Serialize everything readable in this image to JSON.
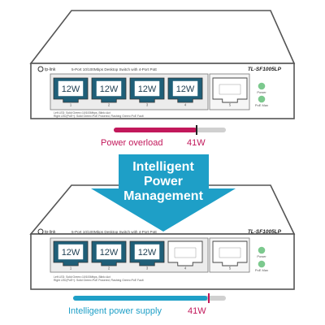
{
  "switch_top": {
    "brand": "tp-link",
    "model": "TL-SF1005LP",
    "description": "5-Port 10/100Mbps Desktop Switch with 4-Port PoE",
    "legend_line1": "Left LED: Solid Green=10/100Mbps, Blink=Act",
    "legend_line2": "Right LED(PoE+): Solid Green=PoE Powered, Flashing Green=PoE Fault",
    "ports": [
      {
        "number": "1",
        "poe": true,
        "label": "12W"
      },
      {
        "number": "2",
        "poe": true,
        "label": "12W"
      },
      {
        "number": "3",
        "poe": true,
        "label": "12W"
      },
      {
        "number": "4",
        "poe": true,
        "label": "12W"
      },
      {
        "number": "5",
        "poe": false,
        "label": ""
      }
    ],
    "led_power": "Power",
    "led_poe_max": "PoE Max"
  },
  "switch_bottom": {
    "brand": "tp-link",
    "model": "TL-SF1005LP",
    "description": "5-Port 10/100Mbps Desktop Switch with 4-Port PoE",
    "legend_line1": "Left LED: Solid Green=10/100Mbps, Blink=Act",
    "legend_line2": "Right LED(PoE+): Solid Green=PoE Powered, Flashing Green=PoE Fault",
    "ports": [
      {
        "number": "1",
        "poe": true,
        "label": "12W"
      },
      {
        "number": "2",
        "poe": true,
        "label": "12W"
      },
      {
        "number": "3",
        "poe": true,
        "label": "12W"
      },
      {
        "number": "4",
        "poe": false,
        "label": ""
      },
      {
        "number": "5",
        "poe": false,
        "label": ""
      }
    ],
    "led_power": "Power",
    "led_poe_max": "PoE Max"
  },
  "overload": {
    "label": "Power overload",
    "budget": "41W",
    "fill_fraction": 0.74,
    "color": "#c2185b"
  },
  "arrow": {
    "line1": "Intelligent",
    "line2": "Power",
    "line3": "Management",
    "color": "#1e9fc7"
  },
  "supply": {
    "label": "Intelligent power supply",
    "budget": "41W",
    "fill_fraction": 0.88,
    "color": "#1e9fc7",
    "marker_color": "#c2185b"
  },
  "colors": {
    "poe_port": "#1f5f78",
    "led": "#7cc98e",
    "bar_track": "#d0d0d0"
  }
}
